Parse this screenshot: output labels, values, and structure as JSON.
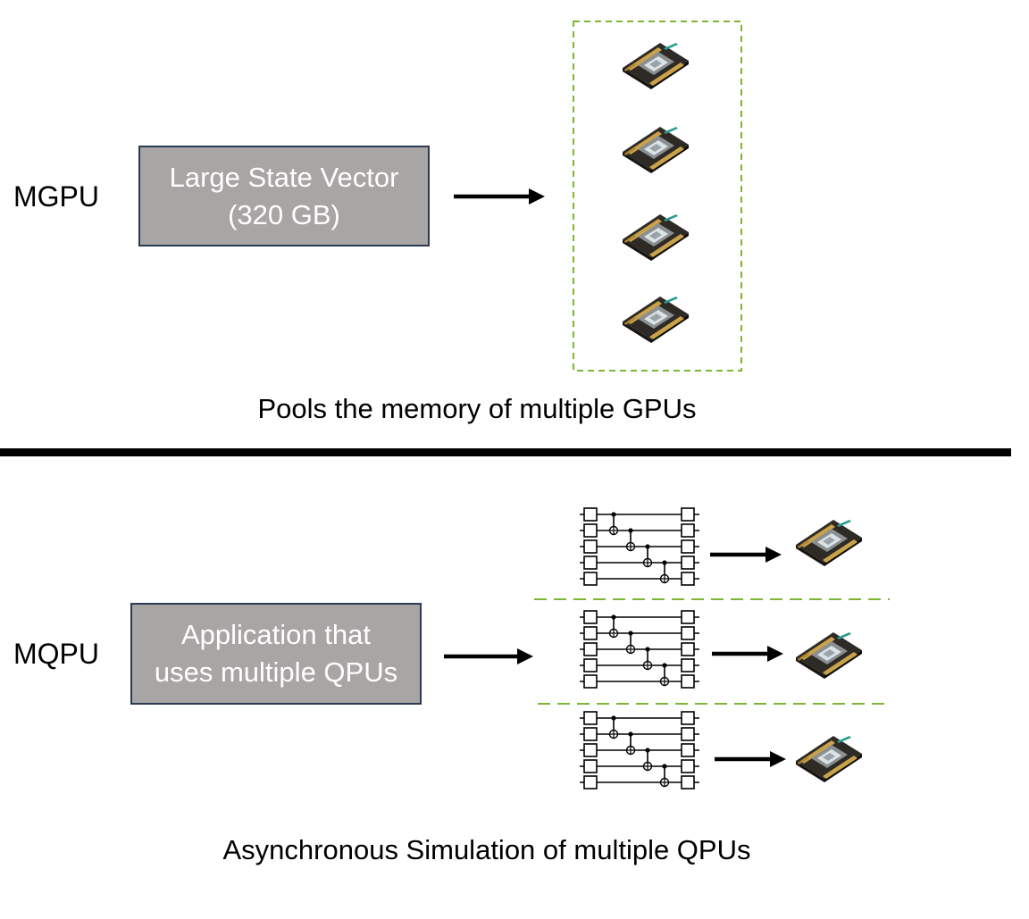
{
  "mgpu": {
    "label": "MGPU",
    "box_line1": "Large State Vector",
    "box_line2": "(320 GB)",
    "caption": "Pools the memory of multiple GPUs",
    "gpu_count": 4
  },
  "mqpu": {
    "label": "MQPU",
    "box_line1": "Application that",
    "box_line2": "uses multiple QPUs",
    "caption": "Asynchronous Simulation of multiple QPUs",
    "circuit_count": 3
  },
  "colors": {
    "box_fill": "#a8a5a4",
    "box_border": "#2b3a55",
    "dash_green": "#7fb534",
    "gpu_board": "#2e2a26",
    "gpu_gold": "#c9a24a"
  },
  "icons": [
    "gpu-chip-icon",
    "quantum-circuit-icon",
    "right-arrow-icon"
  ]
}
